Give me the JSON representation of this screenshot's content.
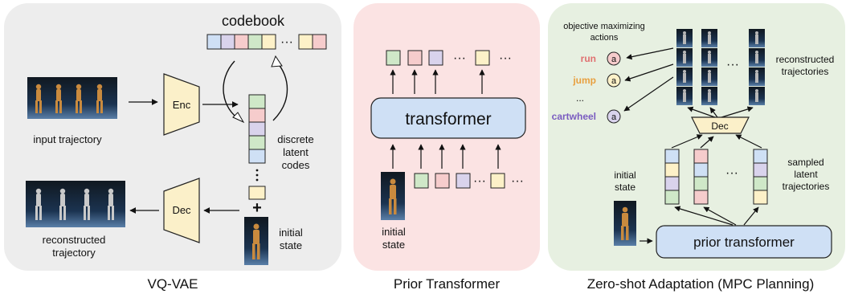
{
  "vqvae": {
    "title": "VQ-VAE",
    "codebook_label": "codebook",
    "input_label": "input trajectory",
    "enc_label": "Enc",
    "dec_label": "Dec",
    "discrete_line1": "discrete",
    "discrete_line2": "latent",
    "discrete_line3": "codes",
    "initial_line1": "initial",
    "initial_line2": "state",
    "recon_line1": "reconstructed",
    "recon_line2": "trajectory",
    "ellipsis": "···",
    "plus": "+"
  },
  "prior": {
    "title": "Prior Transformer",
    "transformer_label": "transformer",
    "initial_line1": "initial",
    "initial_line2": "state",
    "ellipsis": "···"
  },
  "zeroshot": {
    "title": "Zero-shot Adaptation (MPC Planning)",
    "objective_line1": "objective maximizing",
    "objective_line2": "actions",
    "actions": [
      {
        "label": "run",
        "color": "#e07070",
        "symbol": "a"
      },
      {
        "label": "jump",
        "color": "#e8a040",
        "symbol": "a"
      },
      {
        "label": "...",
        "color": "#333333",
        "symbol": ""
      },
      {
        "label": "cartwheel",
        "color": "#7a5cc0",
        "symbol": "a"
      }
    ],
    "dec_label": "Dec",
    "recon_line1": "reconstructed",
    "recon_line2": "trajectories",
    "sampled_line1": "sampled",
    "sampled_line2": "latent",
    "sampled_line3": "trajectories",
    "initial_line1": "initial",
    "initial_line2": "state",
    "prior_transformer_label": "prior transformer",
    "ellipsis": "···"
  },
  "colors": {
    "panel_gray": "#ededed",
    "panel_pink": "#fbe3e3",
    "panel_green": "#e7f0e1",
    "code_blue": "#cfe0f5",
    "code_pink": "#f6cccc",
    "code_purple": "#d9d3ec",
    "code_green": "#cfe8c8",
    "code_yellow": "#fdf1c8",
    "enc_dec_fill": "#fbf0c9",
    "transformer_fill": "#cfe0f5",
    "scene_dark": "#1a2a3a",
    "figure_orange": "#c98a3e"
  }
}
